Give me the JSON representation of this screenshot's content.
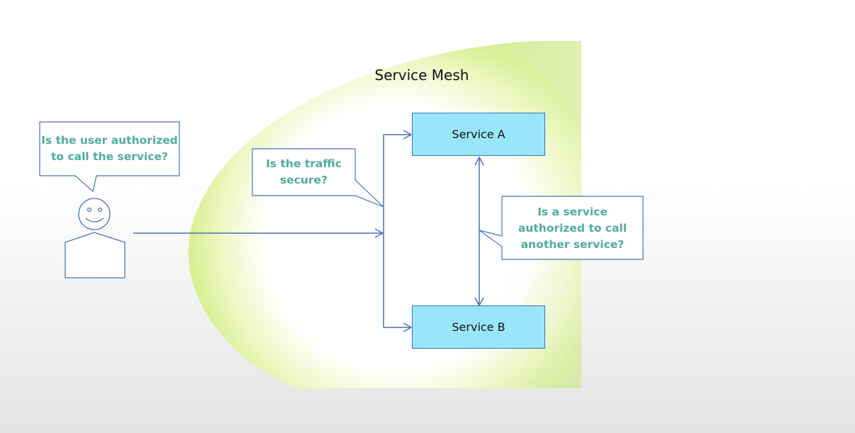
{
  "title": "Service Mesh",
  "services": {
    "a": {
      "label": "Service A"
    },
    "b": {
      "label": "Service B"
    }
  },
  "callouts": {
    "user_auth": "Is the user authorized to call the service?",
    "traffic": "Is the traffic secure?",
    "service_auth": "Is a service authorized to call another service?"
  },
  "colors": {
    "service_fill": "#99e6fb",
    "line": "#4a6fb8",
    "callout_text": "#4fae98",
    "mesh_halo": "#cfe98a"
  },
  "icons": [
    "user-icon",
    "smiley-face-icon"
  ]
}
